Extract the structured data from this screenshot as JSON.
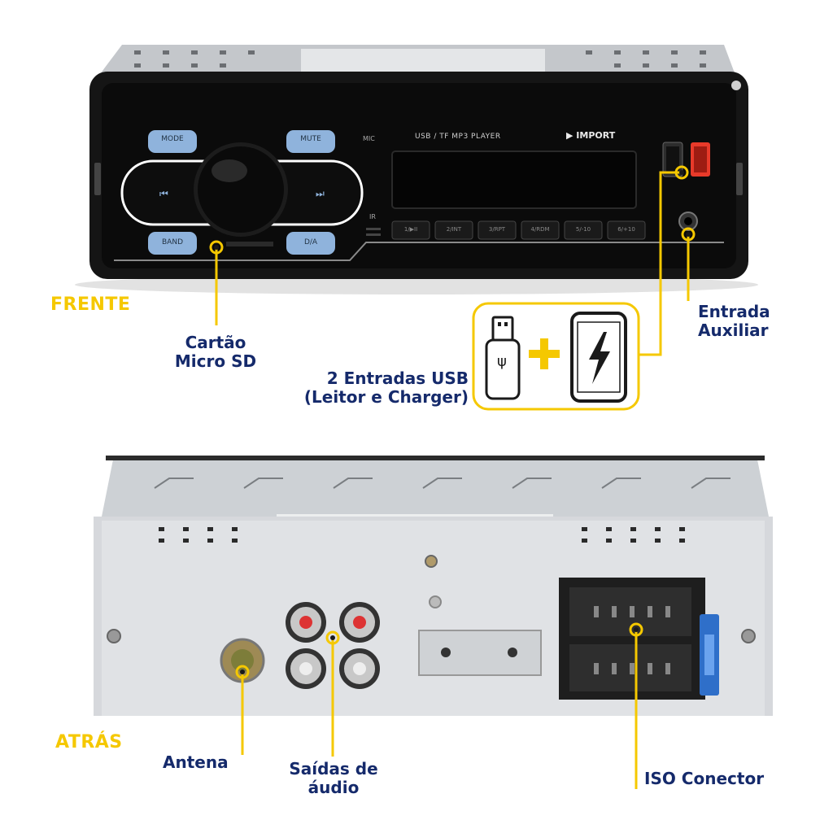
{
  "labels": {
    "front": "FRENTE",
    "back": "ATRÁS",
    "sd_card": [
      "Cartão",
      "Micro SD"
    ],
    "usb_ports": [
      "2 Entradas USB",
      "(Leitor e Charger)"
    ],
    "aux_input": [
      "Entrada",
      "Auxiliar"
    ],
    "antenna": "Antena",
    "audio_outputs": [
      "Saídas de",
      "áudio"
    ],
    "iso_connector": "ISO Conector"
  },
  "device": {
    "buttons": {
      "mode": "MODE",
      "mute": "MUTE",
      "band": "BAND",
      "da": "D/A"
    },
    "mic": "MIC",
    "ir": "IR",
    "player_title": "USB / TF  MP3  PLAYER",
    "brand": "IMPORT",
    "presets": [
      "1/▶II",
      "2/INT",
      "3/RPT",
      "4/RDM",
      "5/-10",
      "6/+10"
    ]
  },
  "colors": {
    "label_yellow": "#f5c800",
    "label_navy": "#152a6b",
    "button_blue": "#8fb3dc",
    "usb_red": "#e83a2a"
  }
}
